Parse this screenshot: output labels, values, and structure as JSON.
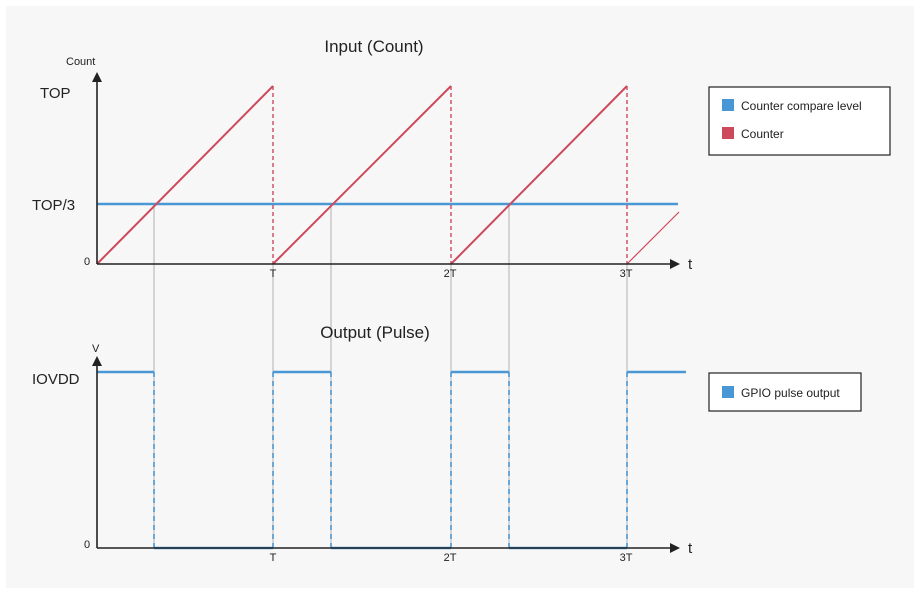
{
  "input_plot": {
    "title": "Input (Count)",
    "y_axis_label": "Count",
    "x_axis_label": "t",
    "y_ticks": {
      "top": "TOP",
      "third": "TOP/3",
      "zero": "0"
    },
    "x_ticks": [
      "T",
      "2T",
      "3T"
    ]
  },
  "output_plot": {
    "title": "Output (Pulse)",
    "y_axis_label": "V",
    "x_axis_label": "t",
    "y_ticks": {
      "high": "IOVDD",
      "zero": "0"
    },
    "x_ticks": [
      "T",
      "2T",
      "3T"
    ]
  },
  "legend_input": [
    {
      "label": "Counter compare level",
      "color": "#4a97d6"
    },
    {
      "label": "Counter",
      "color": "#cc4a5c"
    }
  ],
  "legend_output": [
    {
      "label": "GPIO pulse output",
      "color": "#4a97d6"
    }
  ]
}
